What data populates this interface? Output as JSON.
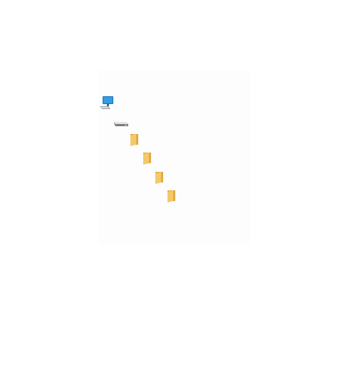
{
  "tree": {
    "nodes": [
      {
        "id": "this-pc",
        "icon": "computer-icon",
        "label": ""
      },
      {
        "id": "local-drive",
        "icon": "hard-drive-icon",
        "label": ""
      },
      {
        "id": "folder-1",
        "icon": "folder-icon",
        "label": ""
      },
      {
        "id": "folder-2",
        "icon": "folder-icon",
        "label": ""
      },
      {
        "id": "folder-3",
        "icon": "folder-icon",
        "label": ""
      },
      {
        "id": "folder-4",
        "icon": "folder-icon",
        "label": ""
      }
    ]
  },
  "colors": {
    "monitor_screen": "#2f9ee8",
    "monitor_frame": "#1e6fb0",
    "drive_body": "#c8c8c8",
    "folder": "#f3c96b",
    "folder_dark": "#e2ab3f"
  }
}
